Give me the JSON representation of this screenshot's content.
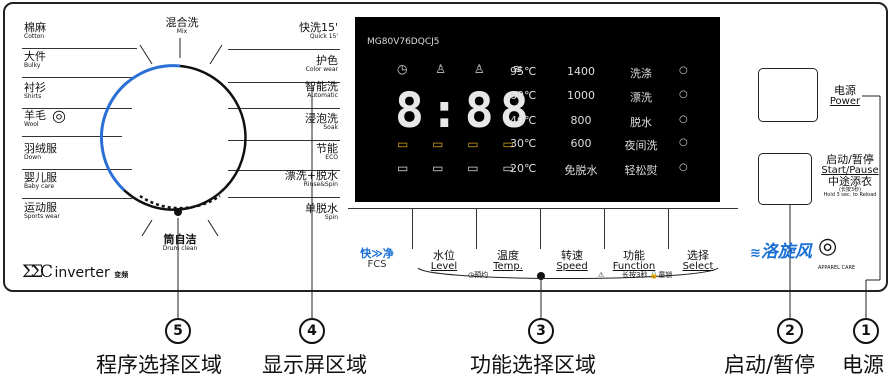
{
  "model": "MG80V76DQCJ5",
  "programs_left": [
    {
      "cn": "棉麻",
      "en": "Cotton"
    },
    {
      "cn": "大件",
      "en": "Bulky"
    },
    {
      "cn": "衬衫",
      "en": "Shirts"
    },
    {
      "cn": "羊毛",
      "en": "Wool"
    },
    {
      "cn": "羽绒服",
      "en": "Down"
    },
    {
      "cn": "婴儿服",
      "en": "Baby care"
    },
    {
      "cn": "运动服",
      "en": "Sports wear"
    }
  ],
  "programs_right": [
    {
      "cn": "快洗15'",
      "en": "Quick 15'"
    },
    {
      "cn": "护色",
      "en": "Color wear"
    },
    {
      "cn": "智能洗",
      "en": "Automatic"
    },
    {
      "cn": "浸泡洗",
      "en": "Soak"
    },
    {
      "cn": "节能",
      "en": "ECO"
    },
    {
      "cn": "漂洗+脱水",
      "en": "Rinse&Spin"
    },
    {
      "cn": "单脱水",
      "en": "Spin"
    }
  ],
  "program_top": {
    "cn": "混合洗",
    "en": "Mix"
  },
  "program_bottom": {
    "cn": "筒自洁",
    "en": "Drum clean"
  },
  "inverter": "inverter",
  "inverter_sub": "变频",
  "display": {
    "digits": "8:88",
    "temps": [
      "95℃",
      "60℃",
      "40℃",
      "30℃",
      "20℃"
    ],
    "speeds": [
      "1400",
      "1000",
      "800",
      "600",
      "免脱水"
    ],
    "functions": [
      "洗涤",
      "漂洗",
      "脱水",
      "夜间洗",
      "轻松熨"
    ]
  },
  "fcs": {
    "cn": "快≫净",
    "en": "FCS"
  },
  "function_buttons": [
    {
      "cn": "水位",
      "en": "Level"
    },
    {
      "cn": "温度",
      "en": "Temp."
    },
    {
      "cn": "转速",
      "en": "Speed"
    },
    {
      "cn": "功能",
      "en": "Function"
    },
    {
      "cn": "选择",
      "en": "Select"
    }
  ],
  "bottom_notes": {
    "delay": "◷预约",
    "lock": "长按3秒 🔒童锁"
  },
  "power": {
    "cn": "电源",
    "en": "Power"
  },
  "start": {
    "cn": "启动/暂停",
    "en": "Start/Pause",
    "cn2": "中途添衣",
    "note": "(长按3秒)",
    "en2": "Hold 3 sec. to Reload"
  },
  "logo_xuanfeng": "洛旋风",
  "apparel_care": "APPAREL CARE",
  "callouts": [
    {
      "num": "5",
      "label": "程序选择区域"
    },
    {
      "num": "4",
      "label": "显示屏区域"
    },
    {
      "num": "3",
      "label": "功能选择区域"
    },
    {
      "num": "2",
      "label": "启动/暂停"
    },
    {
      "num": "1",
      "label": "电源"
    }
  ]
}
